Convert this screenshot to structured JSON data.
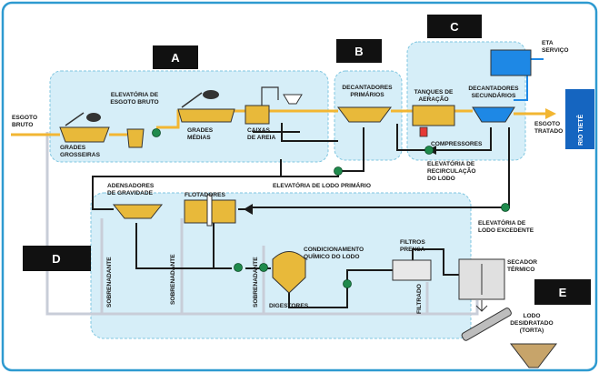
{
  "zones": {
    "a": "A",
    "b": "B",
    "c": "C",
    "d": "D",
    "e": "E"
  },
  "labels": {
    "esgoto_bruto": [
      "ESGOTO",
      "BRUTO"
    ],
    "grades_grosseiras": [
      "GRADES",
      "GROSSEIRAS"
    ],
    "elevatoria_esgoto": [
      "ELEVATÓRIA DE",
      "ESGOTO BRUTO"
    ],
    "grades_medias": [
      "GRADES",
      "MÉDIAS"
    ],
    "caixas_areia": [
      "CAIXAS",
      "DE AREIA"
    ],
    "decantadores_primarios": [
      "DECANTADORES",
      "PRIMÁRIOS"
    ],
    "tanques_aeracao": [
      "TANQUES DE",
      "AERAÇÃO"
    ],
    "decantadores_secundarios": [
      "DECANTADORES",
      "SECUNDÁRIOS"
    ],
    "eta_servico": [
      "ETA",
      "SERVIÇO"
    ],
    "rio_tiete": "RIO TIETÊ",
    "esgoto_tratado": [
      "ESGOTO",
      "TRATADO"
    ],
    "compressores": "COMPRESSORES",
    "elevatoria_recirculacao": [
      "ELEVATÓRIA DE",
      "RECIRCULAÇÃO",
      "DO LODO"
    ],
    "elevatoria_lodo_primario": "ELEVATÓRIA DE LODO PRIMÁRIO",
    "adensadores_gravidade": [
      "ADENSADORES",
      "DE GRAVIDADE"
    ],
    "flotadores": "FLOTADORES",
    "elevatoria_lodo_excedente": [
      "ELEVATÓRIA DE",
      "LODO EXCEDENTE"
    ],
    "sobrenadante": "SOBRENADANTE",
    "condicionamento": [
      "CONDICIONAMENTO",
      "QUÍMICO DO LODO"
    ],
    "filtros_prensa": [
      "FILTROS",
      "PRENSA"
    ],
    "secador_termico": [
      "SECADOR",
      "TÉRMICO"
    ],
    "digestores": "DIGESTORES",
    "filtrado": "FILTRADO",
    "lodo_desidratado": [
      "LODO",
      "DESIDRATADO",
      "(TORTA)"
    ]
  },
  "colors": {
    "zone_fill": "#d6eef8",
    "zone_stroke": "#7fc6e0",
    "liquid_line": "#f2b632",
    "sludge_line": "#1a1a1a",
    "return_line": "#c8cdd8",
    "pump": "#1f8a4c",
    "river": "#1565c0",
    "eta_box": "#1e88e5"
  }
}
